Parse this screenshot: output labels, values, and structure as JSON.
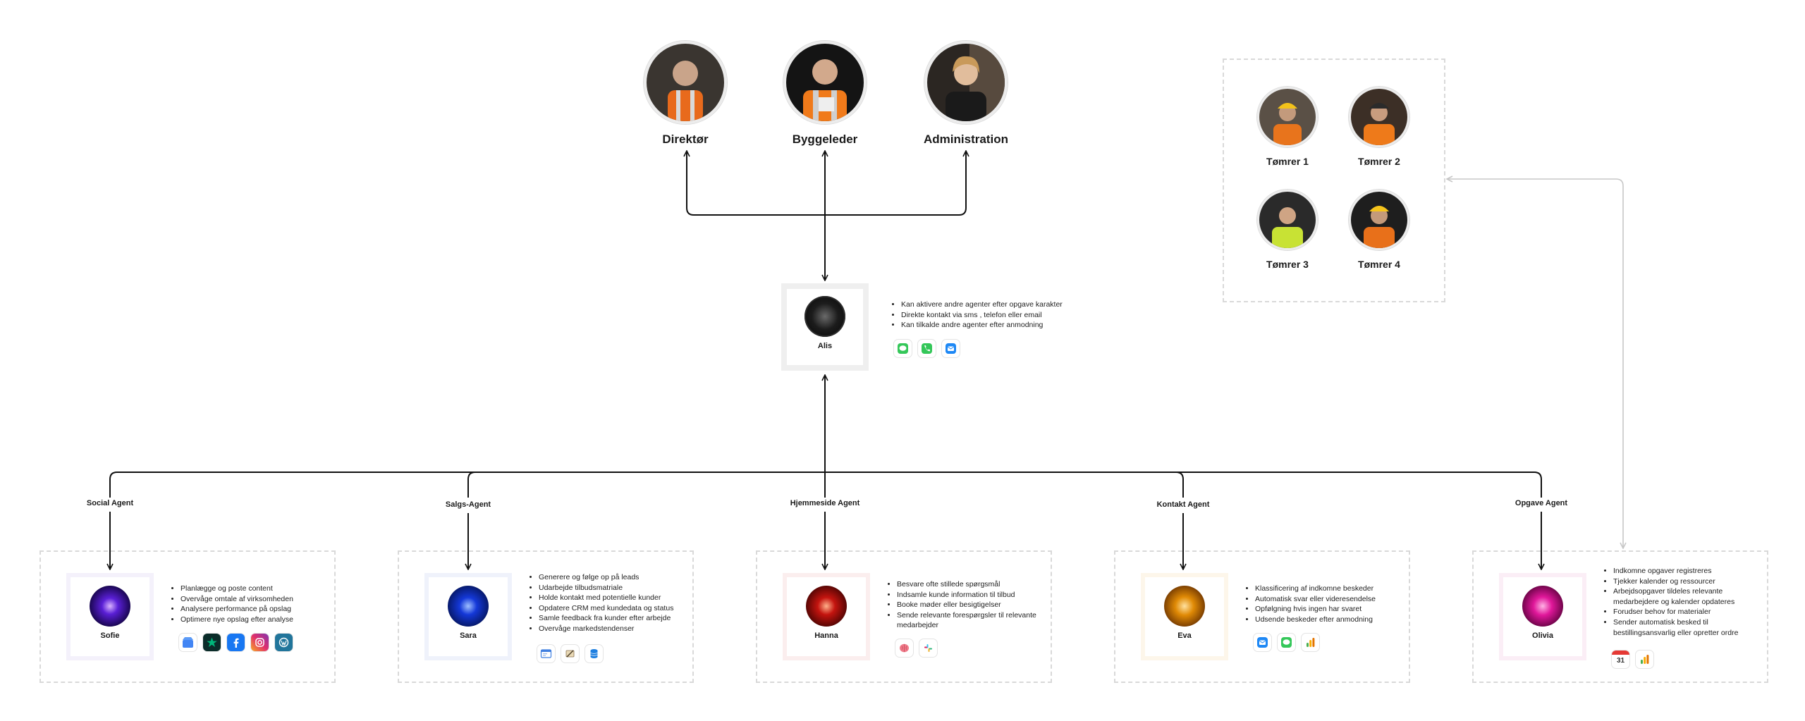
{
  "leaders": [
    {
      "name": "Direktør",
      "icon": "portrait-icon"
    },
    {
      "name": "Byggeleder",
      "icon": "portrait-icon"
    },
    {
      "name": "Administration",
      "icon": "portrait-icon"
    }
  ],
  "crew": [
    {
      "name": "Tømrer 1"
    },
    {
      "name": "Tømrer 2"
    },
    {
      "name": "Tømrer 3"
    },
    {
      "name": "Tømrer 4"
    }
  ],
  "hub": {
    "name": "Alis",
    "bullets": [
      "Kan aktivere andre agenter efter opgave karakter",
      "Direkte kontakt via sms , telefon eller email",
      "Kan tilkalde andre agenter efter anmodning"
    ],
    "apps": [
      "messages-icon",
      "phone-icon",
      "mail-icon"
    ]
  },
  "agents": [
    {
      "label": "Social Agent",
      "name": "Sofie",
      "color": "#5a1fd6",
      "bullets": [
        "Planlægge og poste content",
        "Overvåge omtale af virksomheden",
        "Analysere performance på opslag",
        "Optimere nye opslag efter analyse"
      ],
      "apps": [
        "google-business-icon",
        "trustpilot-icon",
        "facebook-icon",
        "instagram-icon",
        "wordpress-icon"
      ]
    },
    {
      "label": "Salgs-Agent",
      "name": "Sara",
      "color": "#1438d8",
      "bullets": [
        "Generere og følge op på leads",
        "Udarbejde tilbudsmatriale",
        "Holde kontakt med potentielle kunder",
        "Opdatere CRM med kundedata og status",
        "Samle feedback fra kunder efter arbejde",
        "Overvåge markedstendenser"
      ],
      "apps": [
        "crm-icon",
        "quote-tool-icon",
        "database-icon"
      ]
    },
    {
      "label": "Hjemmeside Agent",
      "name": "Hanna",
      "color": "#c4140f",
      "bullets": [
        "Besvare ofte stillede spørgsmål",
        "Indsamle kunde information til tilbud",
        "Booke møder eller besigtigelser",
        "Sende relevante forespørgsler til relevante medarbejder"
      ],
      "apps": [
        "ai-brain-icon",
        "slack-icon"
      ]
    },
    {
      "label": "Kontakt Agent",
      "name": "Eva",
      "color": "#e08a05",
      "bullets": [
        "Klassificering af indkomne beskeder",
        "Automatisk svar eller videresendelse",
        "Opfølgning hvis ingen har svaret",
        "Udsende beskeder efter anmodning"
      ],
      "apps": [
        "mail-icon",
        "messages-icon",
        "analytics-icon"
      ]
    },
    {
      "label": "Opgave Agent",
      "name": "Olivia",
      "color": "#e0179a",
      "bullets": [
        "Indkomne opgaver registreres",
        "Tjekker kalender og ressourcer",
        "Arbejdsopgaver tildeles relevante medarbejdere og kalender opdateres",
        "Forudser behov for materialer",
        "Sender automatisk besked til bestillingsansvarlig eller opretter ordre"
      ],
      "apps": [
        "calendar-icon",
        "analytics-icon"
      ],
      "calendar_day": "31"
    }
  ],
  "colors": {
    "line": "#111111",
    "dashed": "#d9d9d9",
    "return_arrow": "#c7c7c7"
  }
}
